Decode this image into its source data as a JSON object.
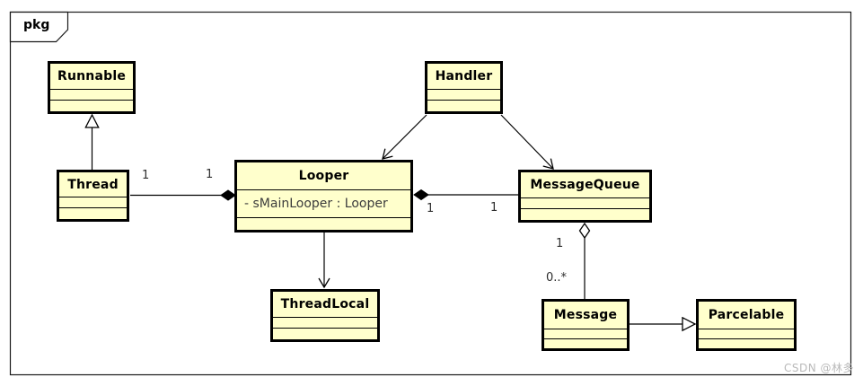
{
  "frame": {
    "label": "pkg"
  },
  "watermark": {
    "text": "CSDN @林多"
  },
  "colors": {
    "class_fill": "#ffffcc",
    "class_border": "#000000",
    "background": "#ffffff",
    "watermark_color": "#b9b9b9"
  },
  "classes": {
    "runnable": {
      "name": "Runnable"
    },
    "thread": {
      "name": "Thread"
    },
    "handler": {
      "name": "Handler"
    },
    "looper": {
      "name": "Looper",
      "attribute": "- sMainLooper : Looper"
    },
    "messagequeue": {
      "name": "MessageQueue"
    },
    "threadlocal": {
      "name": "ThreadLocal"
    },
    "message": {
      "name": "Message"
    },
    "parcelable": {
      "name": "Parcelable"
    }
  },
  "relationships": [
    {
      "from": "Thread",
      "to": "Runnable",
      "type": "generalization"
    },
    {
      "from": "Thread",
      "to": "Looper",
      "type": "composition",
      "from_multiplicity": "1",
      "to_multiplicity": "1"
    },
    {
      "from": "Handler",
      "to": "Looper",
      "type": "directed-association"
    },
    {
      "from": "Handler",
      "to": "MessageQueue",
      "type": "directed-association"
    },
    {
      "from": "Looper",
      "to": "MessageQueue",
      "type": "composition",
      "from_multiplicity": "1",
      "to_multiplicity": "1"
    },
    {
      "from": "Looper",
      "to": "ThreadLocal",
      "type": "directed-association"
    },
    {
      "from": "MessageQueue",
      "to": "Message",
      "type": "aggregation",
      "from_multiplicity": "1",
      "to_multiplicity": "0..*"
    },
    {
      "from": "Message",
      "to": "Parcelable",
      "type": "generalization"
    }
  ],
  "multiplicities": {
    "thread_near_thread": "1",
    "thread_near_looper": "1",
    "looper_near_looper": "1",
    "looper_near_messagequeue": "1",
    "messagequeue_near_messagequeue": "1",
    "messagequeue_near_message": "0..*"
  }
}
